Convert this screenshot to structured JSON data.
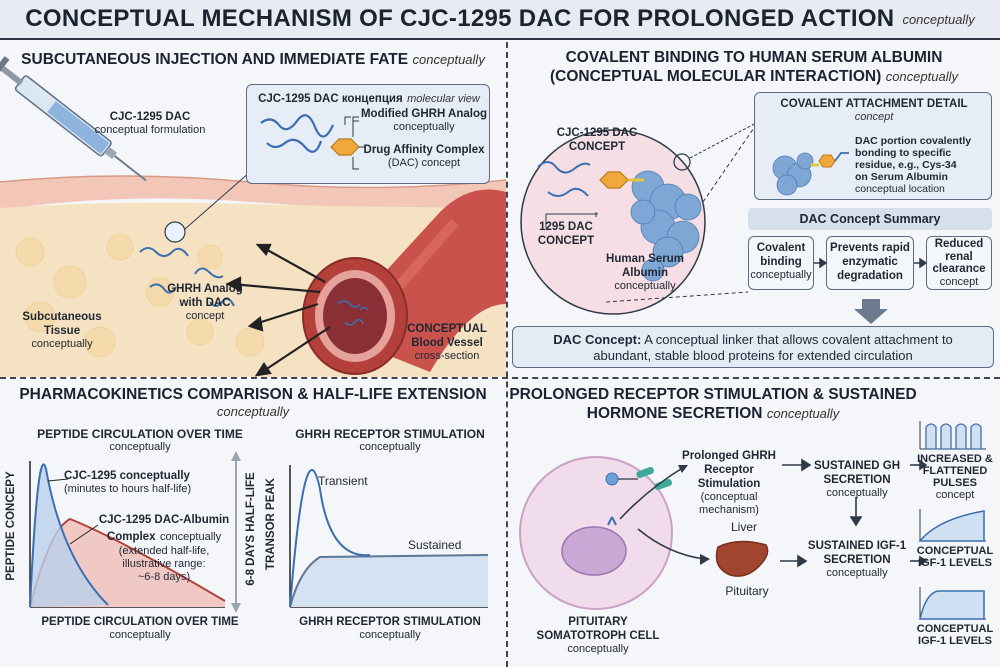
{
  "title": {
    "main": "CONCEPTUAL MECHANISM OF CJC-1295 DAC FOR PROLONGED ACTION",
    "suffix": "conceptually"
  },
  "q1": {
    "title": "SUBCUTANEOUS INJECTION AND IMMEDIATE FATE",
    "title_suffix": "conceptually",
    "syringe_label": "CJC-1295 DAC",
    "syringe_sub": "conceptual formulation",
    "mol_view_title": "CJC-1295 DAC концепция",
    "mol_view_suffix": "molecular view",
    "ghrh_label": "Modified GHRH Analog",
    "ghrh_sub": "conceptually",
    "dac_label": "Drug Affinity Complex",
    "dac_sub": "(DAC) concept",
    "analog_label": "GHRH Analog",
    "analog_label2": "with DAC",
    "analog_sub": "concept",
    "tissue_label": "Subcutaneous",
    "tissue_label2": "Tissue",
    "tissue_sub": "conceptually",
    "vessel_label": "CONCEPTUAL",
    "vessel_label2": "Blood Vessel",
    "vessel_sub": "cross-section"
  },
  "q2": {
    "title_line1": "COVALENT BINDING TO HUMAN SERUM ALBUMIN",
    "title_line2": "(CONCEPTUAL MOLECULAR INTERACTION)",
    "title_suffix": "conceptually",
    "concept_label": "CJC-1295 DAC",
    "concept_label2": "CONCEPT",
    "dac_label": "1295 DAC",
    "dac_label2": "CONCEPT",
    "hsa_label": "Human Serum",
    "hsa_label2": "Albumin",
    "hsa_sub": "conceptually",
    "detail_title": "COVALENT ATTACHMENT DETAIL",
    "detail_sub": "concept",
    "detail_text1": "DAC portion covalently",
    "detail_text2": "bonding to specific",
    "detail_text3": "residue, e.g., Cys-34",
    "detail_text4": "on Serum Albumin",
    "detail_text5": "conceptual location",
    "summary_title": "DAC Concept Summary",
    "steps": [
      {
        "l1": "Covalent",
        "l2": "binding",
        "l3": "conceptually"
      },
      {
        "l1": "Prevents rapid",
        "l2": "enzymatic",
        "l3": "degradation"
      },
      {
        "l1": "Reduced",
        "l2": "renal",
        "l3": "clearance",
        "l4": "concept"
      }
    ],
    "def_bold": "DAC Concept:",
    "def_text1": "A conceptual linker that allows covalent attachment to",
    "def_text2": "abundant, stable blood proteins for extended circulation"
  },
  "q3": {
    "title": "PHARMACOKINETICS COMPARISON & HALF-LIFE EXTENSION",
    "title_sub": "conceptually",
    "left_title": "PEPTIDE CIRCULATION OVER TIME",
    "left_title_sub": "conceptually",
    "left_ylabel": "PEPTIDE CONCEPY",
    "left_xlabel": "PEPTIDE CIRCULATION OVER TIME",
    "left_xlabel_sub": "conceptually",
    "cjc_label": "CJC-1295 conceptually",
    "cjc_sub": "(minutes to hours half-life)",
    "dac_label1": "CJC-1295 DAC-Albumin",
    "dac_label2": "Complex",
    "dac_label2b": "conceptually",
    "dac_sub1": "(extended half-life,",
    "dac_sub2": "illustrative range:",
    "dac_sub3": "~6-8 days)",
    "halflife_label": "6-8 DAYS HALF-LIFE",
    "right_title": "GHRH RECEPTOR STIMULATION",
    "right_title_sub": "conceptually",
    "right_ylabel": "TRANSOR PEAK",
    "right_xlabel": "GHRH RECEPTOR STIMULATION",
    "right_xlabel_sub": "conceptually",
    "transient_label": "Transient",
    "sustained_label": "Sustained"
  },
  "q4": {
    "title_line1": "PROLONGED RECEPTOR STIMULATION & SUSTAINED",
    "title_line2": "HORMONE SECRETION",
    "title_suffix": "conceptually",
    "receptor_l1": "Prolonged GHRH",
    "receptor_l2": "Receptor",
    "receptor_l3": "Stimulation",
    "receptor_sub": "(conceptual mechanism)",
    "gh_l1": "SUSTAINED GH",
    "gh_l2": "SECRETION",
    "gh_sub": "conceptually",
    "liver_label": "Liver",
    "pituitary_label": "Pituitary",
    "igf_l1": "SUSTAINED IGF-1",
    "igf_l2": "SECRETION",
    "igf_sub": "conceptually",
    "cell_l1": "PITUITARY",
    "cell_l2": "SOMATOTROPH CELL",
    "cell_sub": "conceptually",
    "pulses_l1": "INCREASED &",
    "pulses_l2": "FLATTENED",
    "pulses_l3": "PULSES",
    "pulses_sub": "concept",
    "igf_levels_l1": "CONCEPTUAL",
    "igf_levels_l2": "IGF-1 LEVELS",
    "igf_levels2_l1": "CONCEPTUAL",
    "igf_levels2_l2": "IGF-1 LEVELS"
  }
}
